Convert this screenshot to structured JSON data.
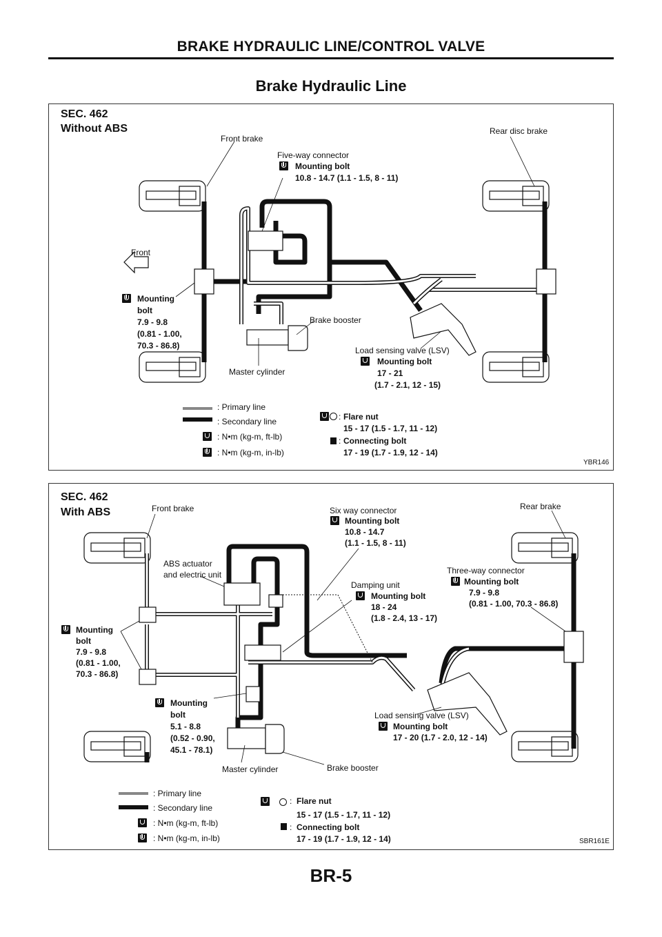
{
  "header": {
    "section_title": "BRAKE HYDRAULIC LINE/CONTROL VALVE",
    "page_title": "Brake Hydraulic Line"
  },
  "diagram_without_abs": {
    "sec": "SEC. 462",
    "variant": "Without ABS",
    "labels": {
      "front_brake": "Front brake",
      "rear_brake": "Rear disc brake",
      "five_way_connector": "Five-way connector",
      "five_way_bolt": "Mounting bolt",
      "five_way_torque": "10.8 - 14.7 (1.1 - 1.5, 8 - 11)",
      "front": "Front",
      "front_bolt_1": "Mounting",
      "front_bolt_2": "bolt",
      "front_bolt_3": "7.9 - 9.8",
      "front_bolt_4": "(0.81 - 1.00,",
      "front_bolt_5": "70.3 - 86.8)",
      "brake_booster": "Brake booster",
      "lsv": "Load sensing valve (LSV)",
      "lsv_bolt": "Mounting bolt",
      "lsv_torque_1": "17 - 21",
      "lsv_torque_2": "(1.7 - 2.1, 12 - 15)",
      "master_cylinder": "Master cylinder"
    },
    "legend": {
      "primary": ": Primary line",
      "secondary": ": Secondary line",
      "ftlb": ": N•m (kg-m, ft-lb)",
      "inlb": ": N•m (kg-m, in-lb)",
      "flare_nut": "Flare nut",
      "flare_nut_torque": "15 - 17 (1.5 - 1.7, 11 - 12)",
      "connecting_bolt": "Connecting bolt",
      "connecting_bolt_torque": "17 - 19 (1.7 - 1.9, 12 - 14)",
      "colon": ":"
    },
    "code": "YBR146"
  },
  "diagram_with_abs": {
    "sec": "SEC. 462",
    "variant": "With ABS",
    "labels": {
      "front_brake": "Front brake",
      "six_way_connector": "Six way connector",
      "six_way_bolt": "Mounting bolt",
      "six_way_torque_1": "10.8 - 14.7",
      "six_way_torque_2": "(1.1 - 1.5, 8 - 11)",
      "rear_brake": "Rear brake",
      "abs_1": "ABS actuator",
      "abs_2": "and electric unit",
      "damping_unit": "Damping unit",
      "damping_bolt": "Mounting bolt",
      "damping_torque_1": "18 - 24",
      "damping_torque_2": "(1.8 - 2.4, 13 - 17)",
      "three_way_connector": "Three-way connector",
      "three_way_bolt": "Mounting bolt",
      "three_way_torque_1": "7.9 - 9.8",
      "three_way_torque_2": "(0.81 - 1.00, 70.3 - 86.8)",
      "front_bolt_1": "Mounting",
      "front_bolt_2": "bolt",
      "front_bolt_3": "7.9 - 9.8",
      "front_bolt_4": "(0.81 - 1.00,",
      "front_bolt_5": "70.3 - 86.8)",
      "mc_bolt_1": "Mounting",
      "mc_bolt_2": "bolt",
      "mc_bolt_3": "5.1 - 8.8",
      "mc_bolt_4": "(0.52 - 0.90,",
      "mc_bolt_5": "45.1 - 78.1)",
      "lsv": "Load sensing valve (LSV)",
      "lsv_bolt": "Mounting bolt",
      "lsv_torque": "17 - 20 (1.7 - 2.0, 12 - 14)",
      "master_cylinder": "Master cylinder",
      "brake_booster": "Brake booster"
    },
    "legend": {
      "primary": ": Primary line",
      "secondary": ": Secondary line",
      "ftlb": ": N•m (kg-m, ft-lb)",
      "inlb": ": N•m (kg-m, in-lb)",
      "flare_nut": "Flare nut",
      "flare_nut_torque": "15 - 17 (1.5 - 1.7, 11 - 12)",
      "connecting_bolt": "Connecting bolt",
      "connecting_bolt_torque": "17 - 19 (1.7 - 1.9, 12 - 14)",
      "colon": ":"
    },
    "code": "SBR161E"
  },
  "footer": {
    "page_number": "BR-5"
  }
}
